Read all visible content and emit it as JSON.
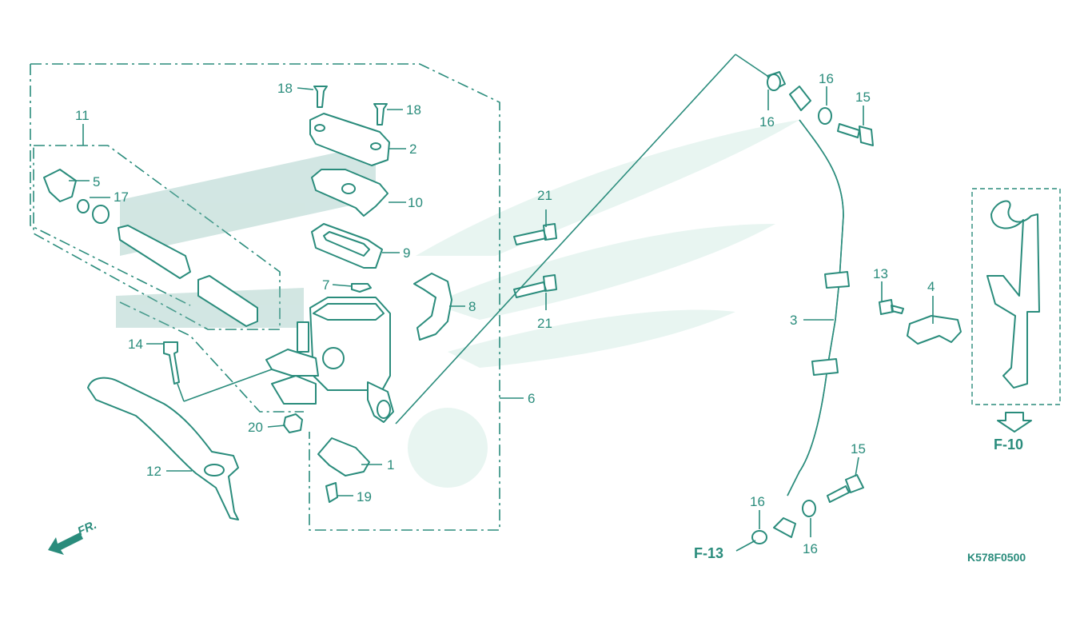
{
  "diagram": {
    "accent_color": "#2a8c7c",
    "labels": {
      "p1": "1",
      "p2": "2",
      "p3": "3",
      "p4": "4",
      "p5": "5",
      "p6": "6",
      "p7": "7",
      "p8": "8",
      "p9": "9",
      "p10": "10",
      "p11": "11",
      "p12": "12",
      "p13": "13",
      "p14": "14",
      "p15a": "15",
      "p15b": "15",
      "p16a": "16",
      "p16b": "16",
      "p16c": "16",
      "p16d": "16",
      "p17": "17",
      "p18a": "18",
      "p18b": "18",
      "p19": "19",
      "p20": "20",
      "p21a": "21",
      "p21b": "21"
    },
    "refs": {
      "f10": "F-10",
      "f13": "F-13"
    },
    "front_indicator": "FR.",
    "drawing_code": "K578F0500",
    "icons": [
      "front-arrow-icon",
      "reference-arrow-icon"
    ]
  }
}
